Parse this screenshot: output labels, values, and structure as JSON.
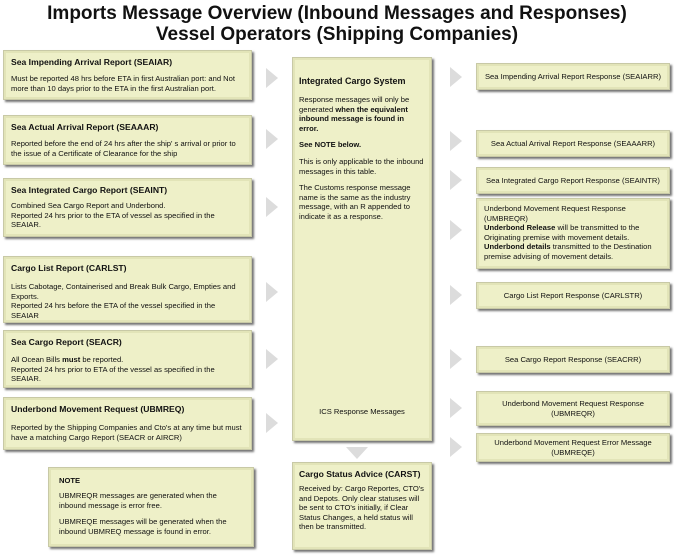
{
  "title_line1": "Imports Message Overview (Inbound Messages and Responses)",
  "title_line2": "Vessel Operators (Shipping Companies)",
  "colors": {
    "box_fill": "#eef0c8",
    "box_border": "#c8c9a6",
    "arrow": "#dcdcdc"
  },
  "inbound": [
    {
      "title": "Sea Impending Arrival Report (SEAIAR)",
      "body": [
        "Must be reported 48 hrs before ETA in first Australian  port: and Not more than 10 days prior to the ETA in the first Australian port."
      ]
    },
    {
      "title": "Sea Actual Arrival Report (SEAAAR)",
      "body": [
        "Reported before the end of 24 hrs after the ship' s arrival or prior to the issue of a Certificate of Clearance for the ship"
      ]
    },
    {
      "title": "Sea Integrated Cargo Report (SEAINT)",
      "body": [
        "Combined Sea Cargo Report and Underbond.",
        "Reported 24 hrs prior to the ETA of vessel as specified in the SEAIAR."
      ]
    },
    {
      "title": "Cargo List Report (CARLST)",
      "body": [
        "Lists Cabotage, Containerised and Break Bulk Cargo, Empties and Exports.",
        "Reported 24 hrs before the ETA of the vessel specified in the SEAIAR"
      ]
    },
    {
      "title": "Sea Cargo Report (SEACR)",
      "body_pre": "All Ocean Bills ",
      "body_bold": "must",
      "body_post": " be reported.",
      "body2": "Reported 24 hrs prior to ETA of the vessel as specified in the SEAIAR."
    },
    {
      "title": "Underbond Movement Request (UBMREQ)",
      "body": [
        "Reported  by the Shipping Companies and Cto's at any time but must have a matching Cargo Report (SEACR or AIRCR)"
      ]
    }
  ],
  "center": {
    "title": "Integrated Cargo System",
    "p1_pre": "Response messages will only be generated ",
    "p1_bold": "when the equivalent inbound message is found in error.",
    "note": "See NOTE below.",
    "p3": "This is only applicable to the inbound messages in this table.",
    "p4": "The Customs response message name is the same as the industry message, with an R appended to indicate it as a response.",
    "footer": "ICS Response Messages"
  },
  "status_advice": {
    "title": "Cargo Status Advice (CARST)",
    "body": "Received by: Cargo Reportes, CTO's and Depots. Only clear statuses will be sent to CTO's initially, if Clear Status Changes, a held status will then be transmitted."
  },
  "note": {
    "title": "NOTE",
    "p1": "UBMREQR messages are generated when the inbound message is error free.",
    "p2": "UBMREQE messages will be generated when the inbound UBMREQ message is found in error."
  },
  "responses": [
    {
      "text": "Sea Impending Arrival Report Response (SEAIARR)"
    },
    {
      "text": "Sea Actual Arrival Report Response (SEAAARR)"
    },
    {
      "text": "Sea Integrated Cargo Report  Response (SEAINTR)"
    },
    {
      "ubm_title": "Underbond Movement Request Response (UMBREQR)",
      "ubm_b1": "Underbond Release",
      "ubm_t1": " will be transmitted to the Originating premise with movement details.",
      "ubm_b2": "Underbond details",
      "ubm_t2": " transmitted to the Destination premise advising of movement details."
    },
    {
      "text": "Cargo List Report Response (CARLSTR)"
    },
    {
      "text": "Sea Cargo Report Response (SEACRR)"
    },
    {
      "text": "Underbond Movement Request Response (UBMREQR)"
    },
    {
      "text": "Underbond Movement Request Error Message (UBMREQE)"
    }
  ]
}
